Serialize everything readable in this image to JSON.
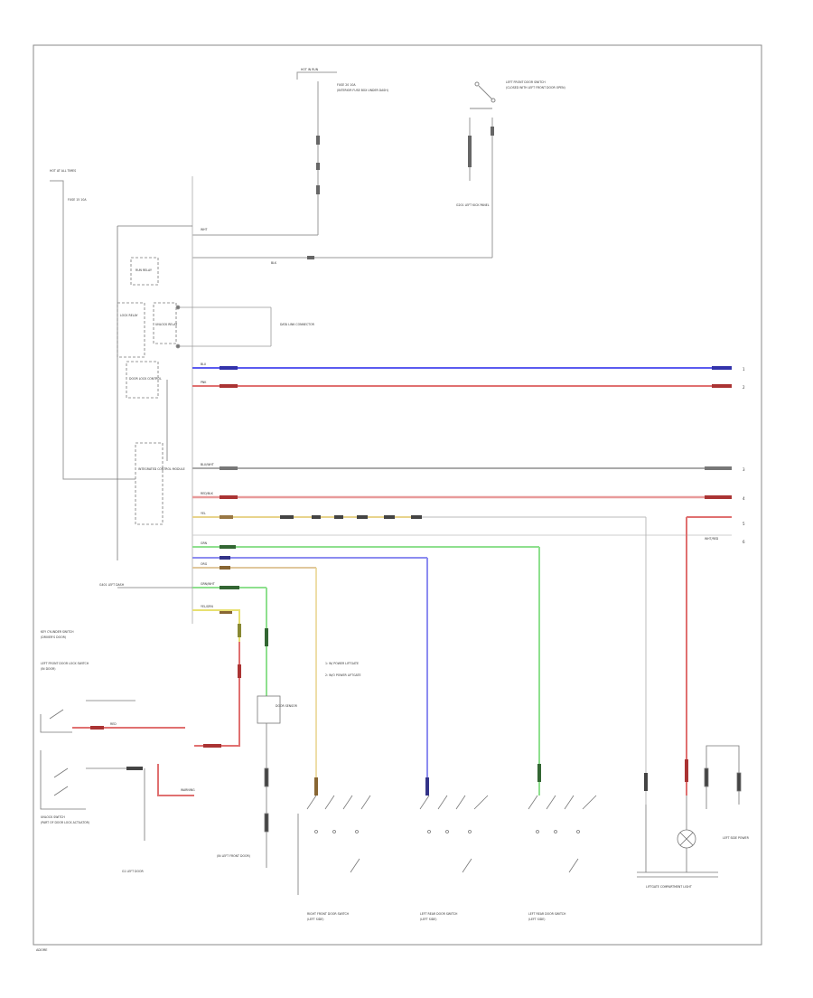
{
  "diagram": {
    "labels": {
      "hot_always": "HOT AT ALL TIMES",
      "fuse_left": "FUSE 15 10A",
      "hot_run": "HOT IN RUN",
      "fuse_top": "FUSE 20 10A",
      "fuse_note": "(INTERIOR FUSE BOX UNDER DASH)",
      "door_switch": "LEFT FRONT DOOR SWITCH",
      "door_switch_note": "(CLOSED WITH LEFT FRONT DOOR OPEN)",
      "ground_kick": "G201 LEFT KICK PANEL",
      "comp_run": "RUN RELAY",
      "comp_lock": "LOCK RELAY",
      "comp_unlock": "UNLOCK RELAY",
      "comp_door_lock": "DOOR LOCK CONTROL",
      "comp_module": "INTEGRATED CONTROL MODULE",
      "connector": "DATA LINK CONNECTOR",
      "ground_dash": "G401 LEFT DASH",
      "legend_1": "1: W/ POWER LIFTGATE",
      "legend_2": "2: W/O POWER LIFTGATE",
      "left_key": "KEY CYLINDER SWITCH",
      "left_key_note": "(DRIVER'S DOOR)",
      "left_kc": "LEFT FRONT DOOR LOCK SWITCH",
      "left_kc_note": "(IN DOOR)",
      "unlock_sw": "UNLOCK SWITCH",
      "unlock_note": "(PART OF DOOR LOCK ACTUATOR)",
      "sensor": "DOOR SENSOR",
      "ground_a": "G1 LEFT DOOR",
      "warning": "WARNING",
      "bottom_note": "(IN LEFT FRONT DOOR)",
      "actuator_1": "RIGHT FRONT DOOR SWITCH",
      "actuator_1_note": "(LEFT SIDE)",
      "actuator_2": "LEFT REAR DOOR SWITCH",
      "actuator_2_note": "(LEFT SIDE)",
      "actuator_3": "LEFT REAR DOOR SWITCH",
      "actuator_3_note": "(LEFT SIDE)",
      "lamp": "LIFTGATE COMPARTMENT LIGHT",
      "lamp_right": "LEFT SIDE POWER"
    },
    "wire_labels": {
      "wht": "WHT",
      "blu": "BLU",
      "red": "RED",
      "pnk": "PNK",
      "blk": "BLK",
      "yel": "YEL",
      "grn": "GRN",
      "org": "ORG",
      "blu_wht": "BLU/WHT",
      "red_blk": "RED/BLK",
      "wht_red": "WHT/RED",
      "yel_grn": "YEL/GRN",
      "grn_wht": "GRN/WHT"
    },
    "footer": "ADORE"
  }
}
